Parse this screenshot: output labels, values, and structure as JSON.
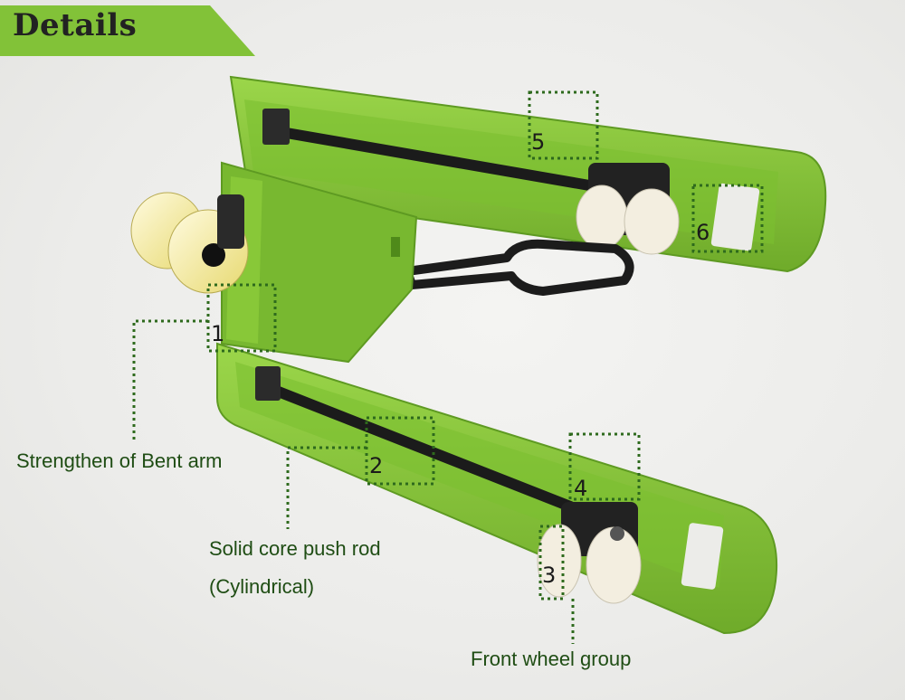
{
  "header": {
    "title": "Details"
  },
  "colors": {
    "accent": "#82c238",
    "fork": "#8ccf3a",
    "label_text": "#1f4d14",
    "dots": "#2e6a1d"
  },
  "callouts": [
    {
      "number": "1"
    },
    {
      "number": "2"
    },
    {
      "number": "3"
    },
    {
      "number": "4"
    },
    {
      "number": "5"
    },
    {
      "number": "6"
    }
  ],
  "labels": {
    "bent_arm": "Strengthen of Bent arm",
    "push_rod_line1": "Solid core push rod",
    "push_rod_line2": "(Cylindrical)",
    "front_wheel": "Front wheel group"
  }
}
